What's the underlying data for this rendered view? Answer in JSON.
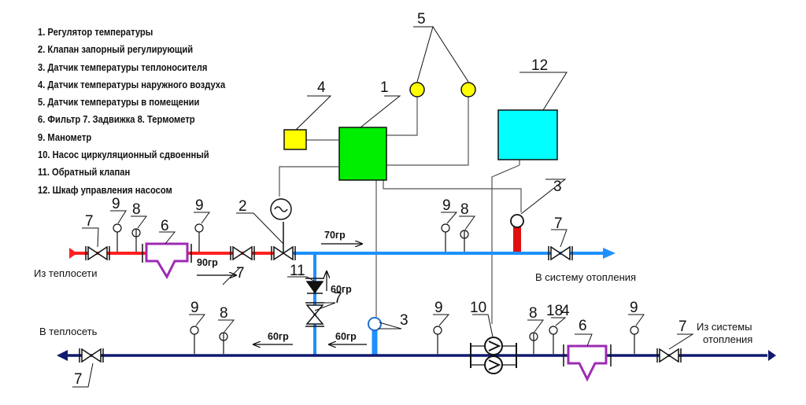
{
  "legend": [
    "1. Регулятор температуры",
    "2. Клапан запорный регулирующий",
    "3. Датчик температуры теплоносителя",
    "4. Датчик температуры наружного воздуха",
    "5. Датчик температуры в помещении",
    "6. Фильтр 7. Задвижка 8. Термометр",
    "9. Манометр",
    "10. Насос циркуляционный сдвоенный",
    "11. Обратный клапан",
    "12. Шкаф управления насосом"
  ],
  "callouts": {
    "c1": "1",
    "c2": "2",
    "c3a": "3",
    "c3b": "3",
    "c4": "4",
    "c5": "5",
    "c6a": "6",
    "c6b": "6",
    "c7a": "7",
    "c7b": "7",
    "c7c": "7",
    "c7d": "7",
    "c7e": "7",
    "c7f": "7",
    "c8a": "8",
    "c8b": "8",
    "c8c": "8",
    "c8d": "8",
    "c9a": "9",
    "c9b": "9",
    "c9c": "9",
    "c9d": "9",
    "c9e": "9",
    "c9f": "9",
    "c10": "10",
    "c11": "11",
    "c12": "12",
    "c18": "18",
    "c4b": "4"
  },
  "temps": {
    "t70": "70гр",
    "t90": "90гр",
    "t60v": "60гр",
    "t60a": "60гр",
    "t60b": "60гр"
  },
  "captions": {
    "from_network": "Из теплосети",
    "to_heating": "В систему отопления",
    "to_network": "В теплосеть",
    "from_heating_1": "Из системы",
    "from_heating_2": "отопления"
  },
  "colors": {
    "supply_hot": "#ff2020",
    "supply_mixed": "#1e90ff",
    "return_line": "#101a6e",
    "controller": "#00ee00",
    "pump_cabinet": "#00ffff",
    "sensor_yellow": "#ffff00",
    "filter": "#9d2bb3"
  }
}
